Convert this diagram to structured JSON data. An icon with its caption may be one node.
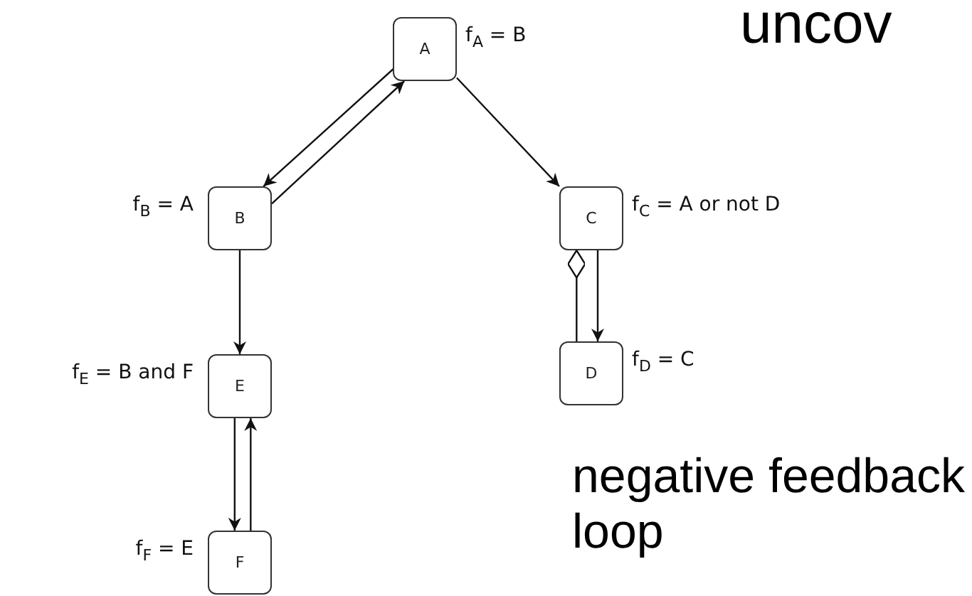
{
  "diagram": {
    "nodes": [
      {
        "text": [
          "A"
        ],
        "beside": [
          "f$_{A}$ = B"
        ]
      },
      {
        "text": [
          "B"
        ],
        "beside": [
          "f$_{B}$ = A"
        ]
      },
      {
        "text": [
          "C"
        ],
        "beside": [
          "f$_{C}$ = A or not D"
        ]
      },
      {
        "text": [
          "D"
        ],
        "beside": [
          "f$_{D}$ = C"
        ]
      },
      {
        "text": [
          "E"
        ],
        "beside": [
          "f$_{E}$ = B and F"
        ]
      },
      {
        "text": [
          "F"
        ],
        "beside": [
          "f$_{F}$ = E"
        ]
      }
    ],
    "edges": [
      {
        "from": 0,
        "to": 1,
        "arrow": "to"
      },
      {
        "from": 1,
        "to": 0,
        "arrow": "to"
      },
      {
        "from": 0,
        "to": 2,
        "arrow": "to"
      },
      {
        "from": 3,
        "to": 2,
        "arrow": "other"
      },
      {
        "from": 2,
        "to": 3,
        "arrow": "to"
      },
      {
        "from": 1,
        "to": 4,
        "arrow": "to"
      },
      {
        "from": 4,
        "to": 5,
        "arrow": "to"
      },
      {
        "from": 5,
        "to": 4,
        "arrow": "to"
      }
    ],
    "labels": [
      "uncov",
      "negative feedback loop"
    ]
  }
}
